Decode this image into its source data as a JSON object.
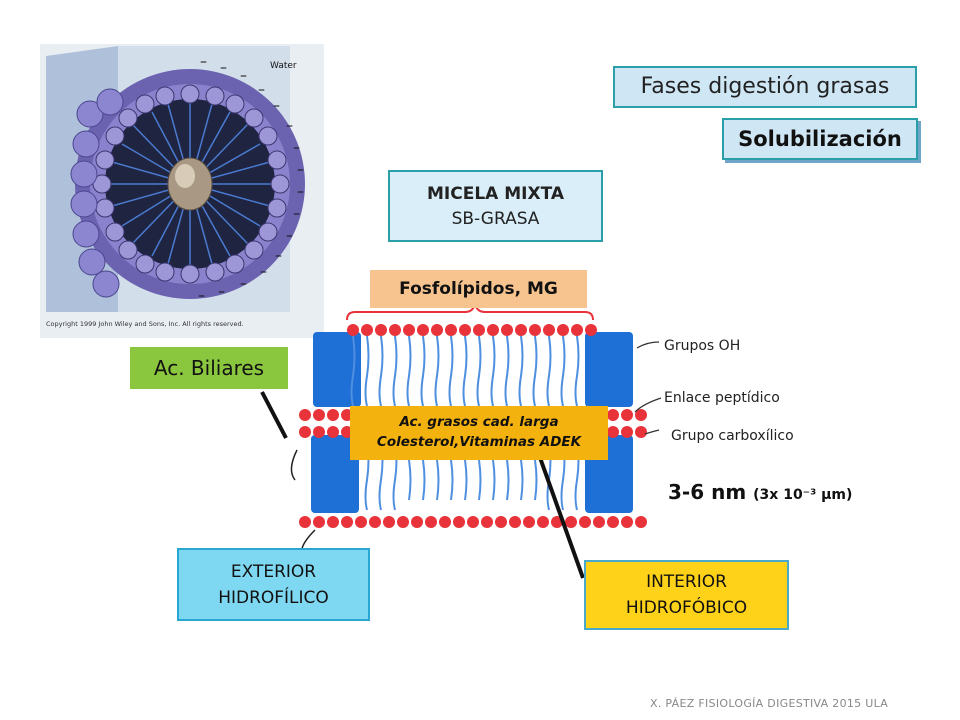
{
  "slide": {
    "title": "Fases digestión grasas",
    "subtitle": "Solubilización",
    "micela_line1": "MICELA MIXTA",
    "micela_line2": "SB-GRASA",
    "fosfolipidos": "Fosfolípidos, MG",
    "biliares": "Ac. Biliares",
    "interior_core_line1": "Ac. grasos cad. larga",
    "interior_core_line2": "Colesterol,Vitaminas ADEK",
    "exterior_line1": "EXTERIOR",
    "exterior_line2": "HIDROFÍLICO",
    "interior_line1": "INTERIOR",
    "interior_line2": "HIDROFÓBICO",
    "grupos_oh": "Grupos OH",
    "enlace": "Enlace peptídico",
    "carboxilico": "Grupo carboxílico",
    "size_main": "3-6 nm",
    "size_sub": "(3x 10⁻³ μm)",
    "footer": "X. PÁEZ   FISIOLOGÍA DIGESTIVA 2015 ULA"
  },
  "micelle_image": {
    "water_label": "Water",
    "copyright": "Copyright 1999 John Wiley and Sons, Inc. All rights reserved."
  },
  "colors": {
    "title_bg": "#cfe6f5",
    "border_teal": "#2a9fa8",
    "fosf_bg": "#f7c48f",
    "biliares_bg": "#8bc63f",
    "core_bg": "#f4b20f",
    "exterior_bg": "#7fd8f2",
    "interior_bg": "#ffd21a"
  }
}
